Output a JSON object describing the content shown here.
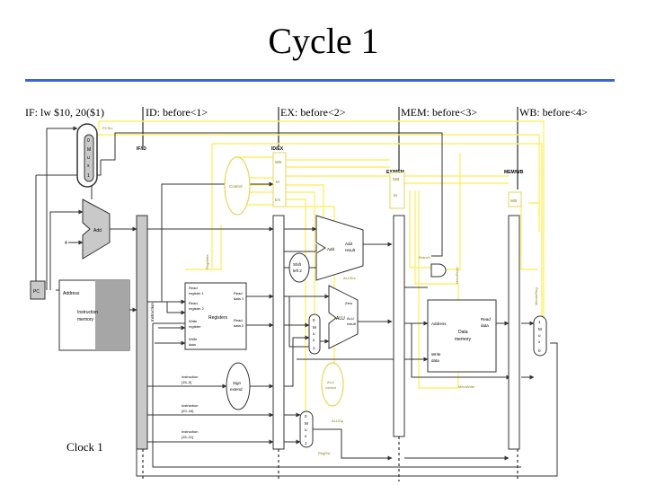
{
  "slide": {
    "title": "Cycle 1",
    "clock_label": "Clock 1"
  },
  "stages": {
    "if": "IF: lw $10, 20($1)",
    "id": "ID: before<1>",
    "ex": "EX: before<2>",
    "mem": "MEM: before<3>",
    "wb": "WB: before<4>"
  },
  "pipeline_registers": {
    "if_id": "IF/ID",
    "id_ex": "ID/EX",
    "ex_mem": "EX/MEM",
    "mem_wb": "MEM/WB"
  },
  "units": {
    "pc": "PC",
    "add": "Add",
    "const_four": "4",
    "mux": [
      "M",
      "u",
      "x"
    ],
    "mux_digits": [
      "0",
      "1"
    ],
    "instruction_memory": [
      "Instruction",
      "memory"
    ],
    "instr_addr": "Address",
    "instruction": "Instruction",
    "control": "Control",
    "registers": "Registers",
    "read_reg1": [
      "Read",
      "register 1"
    ],
    "read_reg2": [
      "Read",
      "register 2"
    ],
    "write_reg": [
      "Write",
      "register"
    ],
    "write_data": [
      "Write",
      "data"
    ],
    "read_data1": [
      "Read",
      "data 1"
    ],
    "read_data2": [
      "Read",
      "data 2"
    ],
    "sign_extend": [
      "Sign",
      "extend"
    ],
    "imm_15_0": [
      "Instruction",
      "[15–0]"
    ],
    "imm_20_16": [
      "Instruction",
      "[20–16]"
    ],
    "imm_15_11": [
      "Instruction",
      "[15–11]"
    ],
    "shift_left": [
      "Shift",
      "left 2"
    ],
    "add_result": [
      "Add",
      "result"
    ],
    "alu": "ALU",
    "alu_result": [
      "ALU",
      "result"
    ],
    "zero": "Zero",
    "alu_control": [
      "ALU",
      "control"
    ],
    "data_memory": [
      "Data",
      "memory"
    ],
    "dm_address": "Address",
    "dm_read_data": [
      "Read",
      "data"
    ],
    "dm_write_data": [
      "Write",
      "data"
    ],
    "branch": "Branch",
    "wb": "WB",
    "m": "M",
    "ex": "EX"
  },
  "signals": {
    "pcsrc": "PCSrc",
    "regwrite": "RegWrite",
    "alusrc": "ALUSrc",
    "aluop": "ALUOp",
    "regdst": "RegDst",
    "memwrite": "MemWrite",
    "memread": "MemRead",
    "memtoreg": "MemtoReg"
  },
  "colors": {
    "datapath": "#333333",
    "control": "#ffef6b",
    "rule": "#3a64d8",
    "memory_fill": "#a6a6a6"
  }
}
